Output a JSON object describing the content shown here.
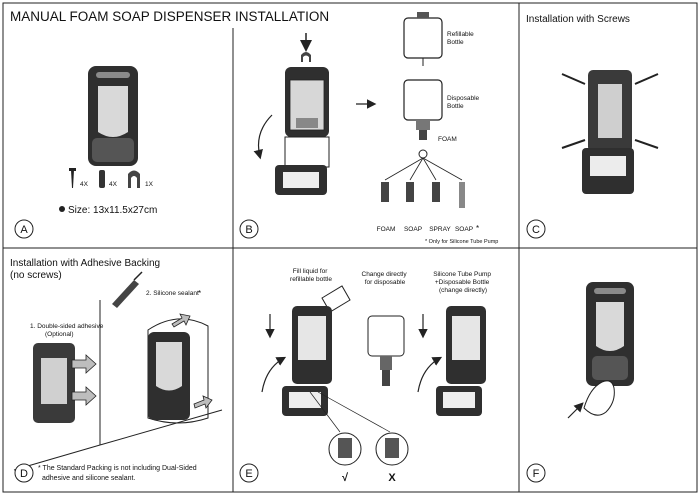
{
  "title": "MANUAL FOAM SOAP DISPENSER INSTALLATION",
  "panel_a": {
    "letter": "A",
    "qty_screws": "4X",
    "qty_anchors": "4X",
    "qty_key": "1X",
    "size_label": "Size: 13x11.5x27cm"
  },
  "panel_b": {
    "letter": "B",
    "refillable_bottle": "Refillable\nBottle",
    "disposable_bottle": "Disposable\nBottle",
    "foam_label": "FOAM",
    "pumps": [
      "FOAM",
      "SOAP",
      "SPRAY",
      "SOAP"
    ],
    "pump_star": "*",
    "footnote": "* Only for Silicone Tube Pump"
  },
  "panel_c": {
    "letter": "C",
    "heading": "Installation with Screws"
  },
  "panel_d": {
    "letter": "D",
    "heading_line1": "Installation with Adhesive Backing",
    "heading_line2": "(no screws)",
    "adhesive_label": "1. Double-sided adhesive\n(Optional)",
    "sealant_label": "2. Silicone sealant",
    "sealant_star": "*",
    "note_line1": "* The Standard Packing is not including Dual-Sided",
    "note_line2": "adhesive and silicone sealant."
  },
  "panel_e": {
    "letter": "E",
    "fill_label": "Fill liquid for\nrefillable bottle",
    "change_label": "Change directly\nfor disposable",
    "silicone_label": "Silicone Tube Pump\n+Disposable Bottle\n(change directly)",
    "correct_mark": "√",
    "wrong_mark": "X"
  },
  "panel_f": {
    "letter": "F"
  },
  "colors": {
    "line": "#222222",
    "dark": "#2e2e2e",
    "gray": "#8a8a8a",
    "light": "#cfcfcf",
    "arrow": "#bdbdbd"
  }
}
